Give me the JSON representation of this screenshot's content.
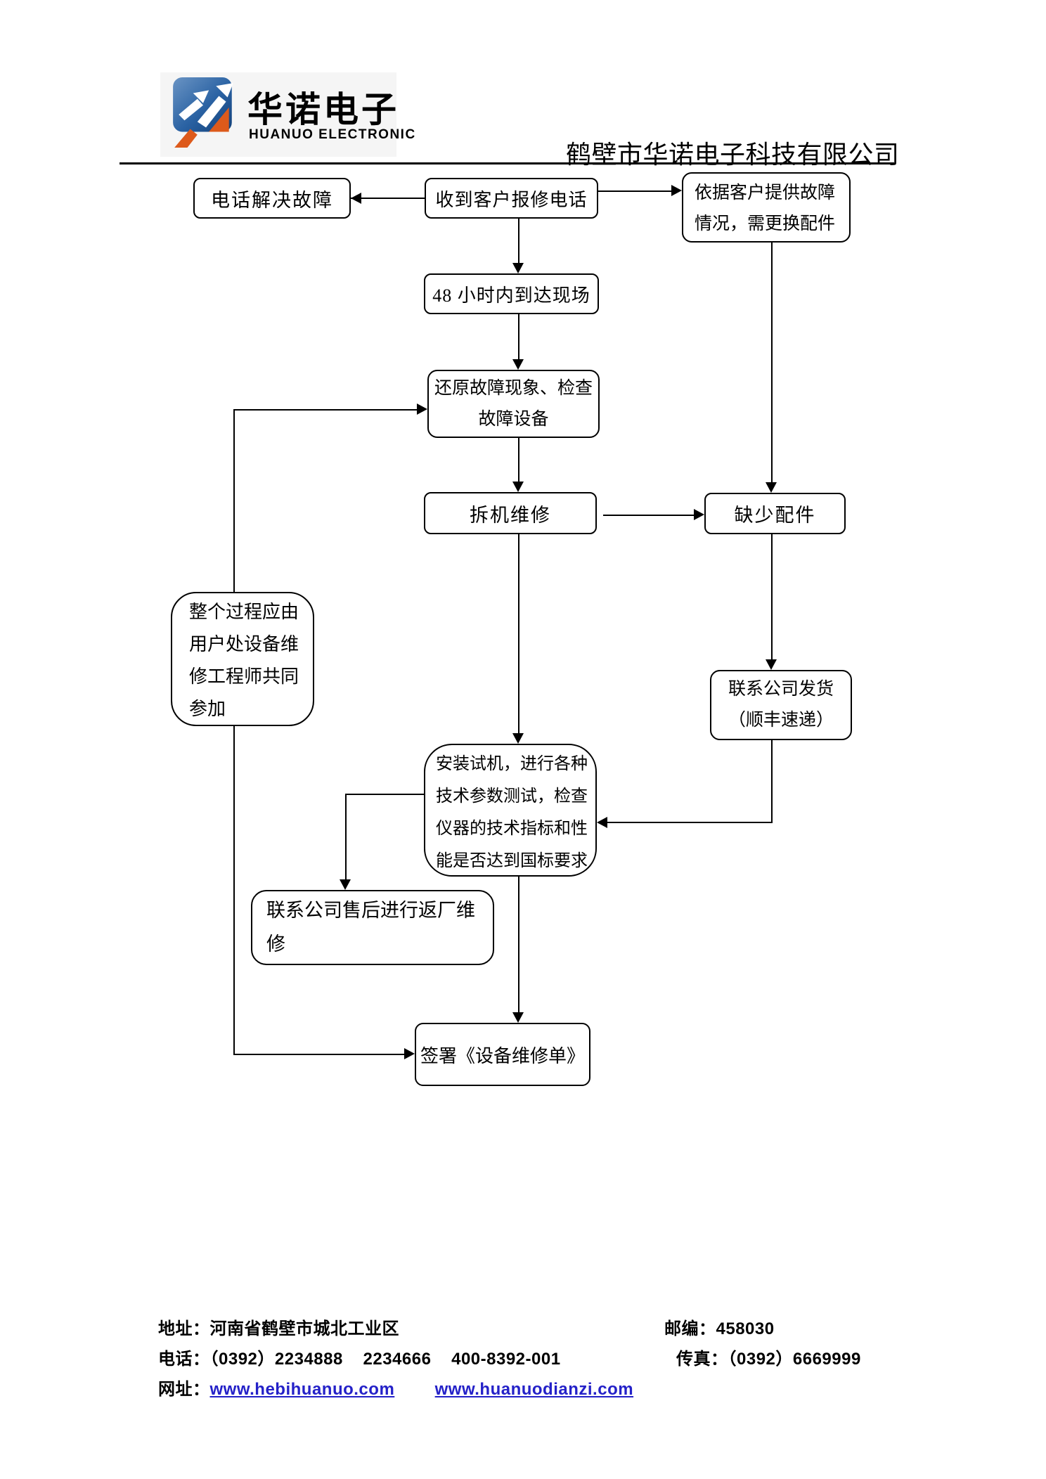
{
  "header": {
    "logo_cn": "华诺电子",
    "logo_en": "HUANUO ELECTRONIC",
    "company_name": "鹤壁市华诺电子科技有限公司"
  },
  "flowchart": {
    "nodes": {
      "phone_solve": "电话解决故障",
      "receive_call": "收到客户报修电话",
      "per_fault": "依据客户提供故障\n情况，需更换配件",
      "within_48h": "48 小时内到达现场",
      "restore_check": "还原故障现象、检查\n故障设备",
      "disassemble": "拆机维修",
      "missing_parts": "缺少配件",
      "whole_process": "整个过程应由\n用户处设备维\n修工程师共同\n参加",
      "company_shipping": "联系公司发货\n（顺丰速递）",
      "install_test": "安装试机，进行各种\n技术参数测试，检查\n仪器的技术指标和性\n能是否达到国标要求",
      "return_repair": "联系公司售后进行返厂维\n修",
      "sign_form": "签署《设备维修单》"
    }
  },
  "footer": {
    "address": "地址：河南省鹤壁市城北工业区",
    "postal_code": "邮编：458030",
    "phone": "电话：（0392）2234888    2234666    400-8392-001",
    "fax": "传真：（0392）6669999",
    "website_label": "网址：",
    "website_1": "www.hebihuanuo.com",
    "website_2": "www.huanuodianzi.com"
  },
  "colors": {
    "link_blue": "#2421c8",
    "logo_blue_dark": "#123f77",
    "logo_blue_light": "#6a94c4",
    "logo_orange": "#dd5a1b"
  }
}
